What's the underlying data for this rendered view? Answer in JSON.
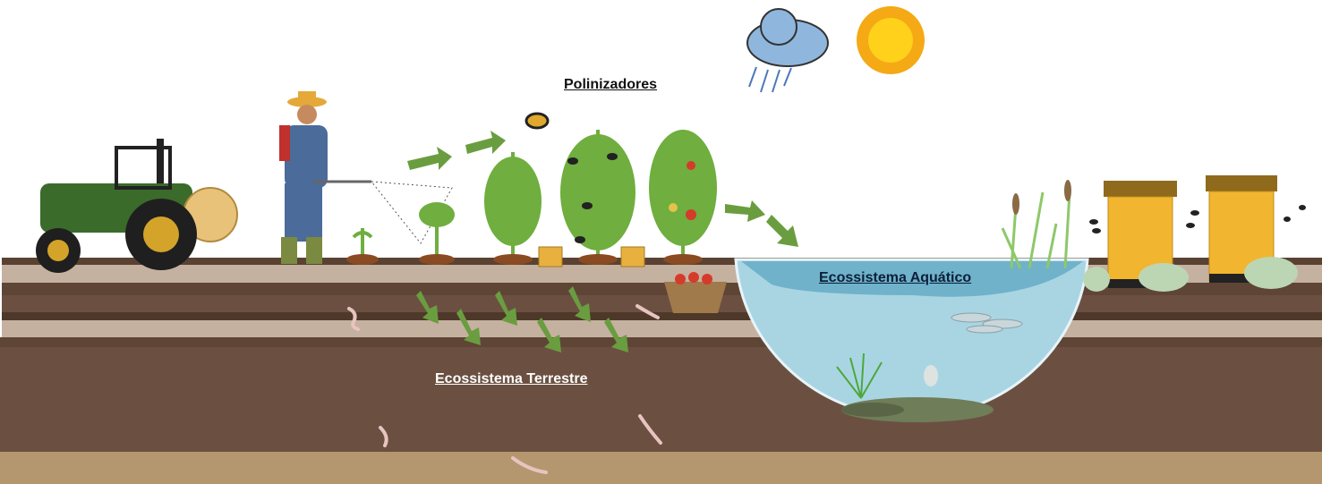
{
  "labels": {
    "pollinators": "Polinizadores",
    "aquatic": "Ecossistema Aquático",
    "terrestrial": "Ecossistema Terrestre"
  },
  "colors": {
    "soil_dark": "#5a4232",
    "soil_light": "#c5b19f",
    "soil_mid": "#6b5041",
    "sand": "#b4976f",
    "water": "#a9d5e3",
    "water_top": "#6fb2ca",
    "arrow_green": "#6a9d3f"
  }
}
